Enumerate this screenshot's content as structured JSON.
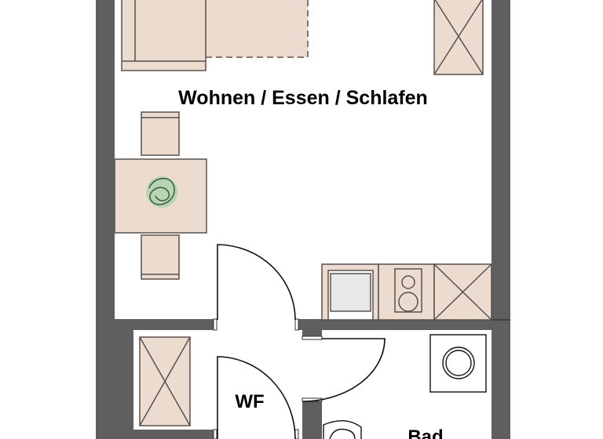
{
  "rooms": {
    "living": "Wohnen / Essen / Schlafen",
    "wc": "WF",
    "bath": "Bad"
  },
  "colors": {
    "wall": "#5f5f5f",
    "furniture_fill": "#ecdccf",
    "furniture_stroke": "#5a504b",
    "appliance_fill": "#e8e8e8",
    "plant": "#7fae7a"
  }
}
